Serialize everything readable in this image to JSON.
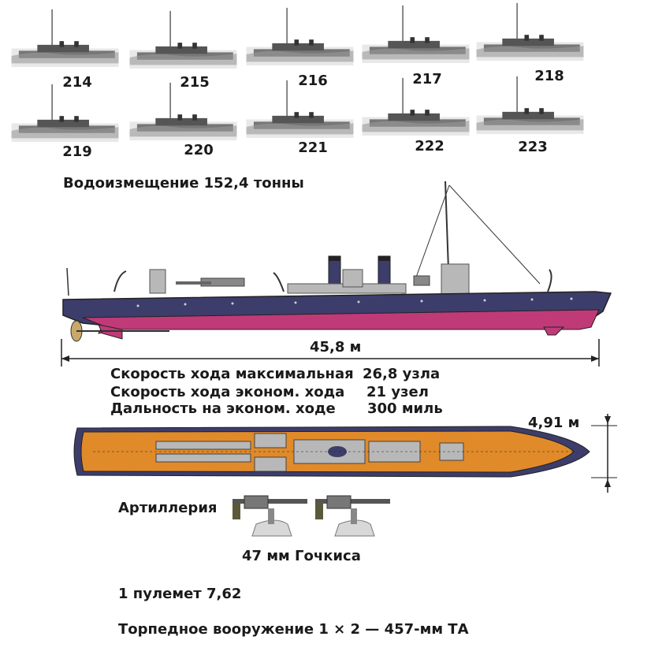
{
  "hull_numbers": [
    "214",
    "215",
    "216",
    "217",
    "218",
    "219",
    "220",
    "221",
    "222",
    "223"
  ],
  "displacement": "Водоизмещение 152,4 тонны",
  "length_label": "45,8 м",
  "specs": [
    {
      "label": "Скорость хода максимальная",
      "value": "26,8 узла"
    },
    {
      "label": "Скорость хода эконом. хода",
      "value": "21 узел"
    },
    {
      "label": "Дальность на эконом. ходе",
      "value": "300 миль"
    }
  ],
  "beam_label": "4,91 м",
  "artillery_label": "Артиллерия",
  "gun_caption": "47 мм Гочкиса",
  "machine_gun": "1 пулемет 7,62",
  "torpedo": "Торпедное вооружение 1 × 2 — 457-мм ТА",
  "colors": {
    "hull_upper": "#3d3d6b",
    "hull_lower": "#c03a78",
    "deck": "#e08a2a",
    "superstructure": "#b8b8b8"
  }
}
